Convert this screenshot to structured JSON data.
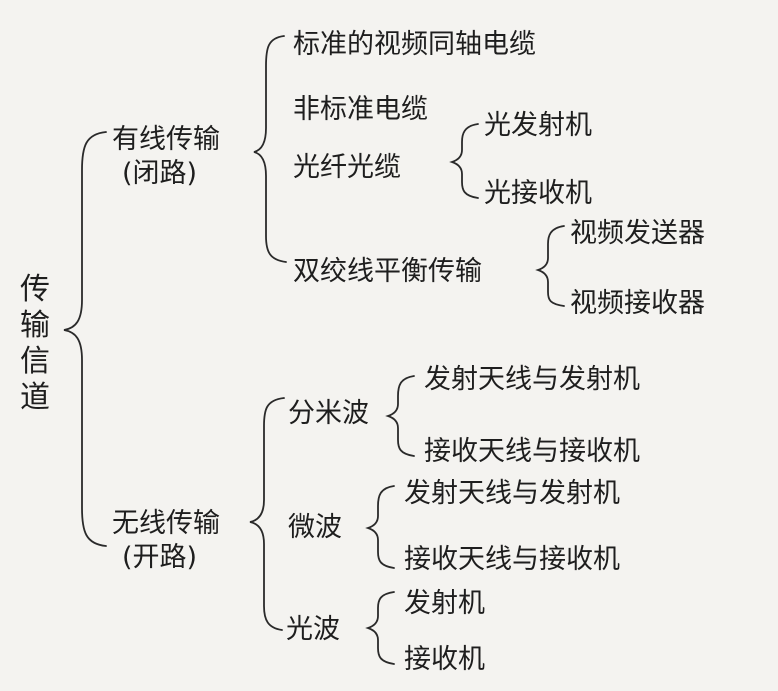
{
  "root": {
    "chars": [
      "传",
      "输",
      "信",
      "道"
    ]
  },
  "wired": {
    "label": "有线传输",
    "sublabel": "(闭路)",
    "items": {
      "coax": "标准的视频同轴电缆",
      "nonstd": "非标准电缆",
      "fiber": "光纤光缆",
      "twisted": "双绞线平衡传输"
    },
    "fiber_children": [
      "光发射机",
      "光接收机"
    ],
    "twisted_children": [
      "视频发送器",
      "视频接收器"
    ]
  },
  "wireless": {
    "label": "无线传输",
    "sublabel": "(开路)",
    "items": {
      "decimeter": "分米波",
      "microwave": "微波",
      "optical": "光波"
    },
    "decimeter_children": [
      "发射天线与发射机",
      "接收天线与接收机"
    ],
    "microwave_children": [
      "发射天线与发射机",
      "接收天线与接收机"
    ],
    "optical_children": [
      "发射机",
      "接收机"
    ]
  }
}
